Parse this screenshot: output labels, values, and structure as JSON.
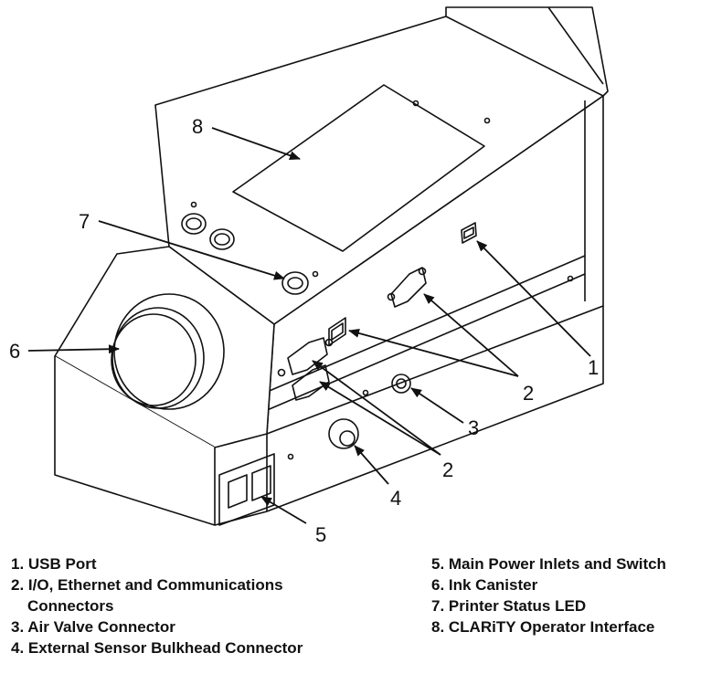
{
  "callouts": {
    "c1": "1",
    "c2a": "2",
    "c2b": "2",
    "c3": "3",
    "c4": "4",
    "c5": "5",
    "c6": "6",
    "c7": "7",
    "c8": "8"
  },
  "legend": {
    "left": [
      "1. USB Port",
      "2. I/O, Ethernet and Communications",
      "Connectors",
      "3. Air Valve Connector",
      "4. External Sensor Bulkhead Connector"
    ],
    "right": [
      "5. Main Power Inlets and Switch",
      "6. Ink Canister",
      "7. Printer Status LED",
      "8. CLARiTY Operator Interface"
    ]
  }
}
